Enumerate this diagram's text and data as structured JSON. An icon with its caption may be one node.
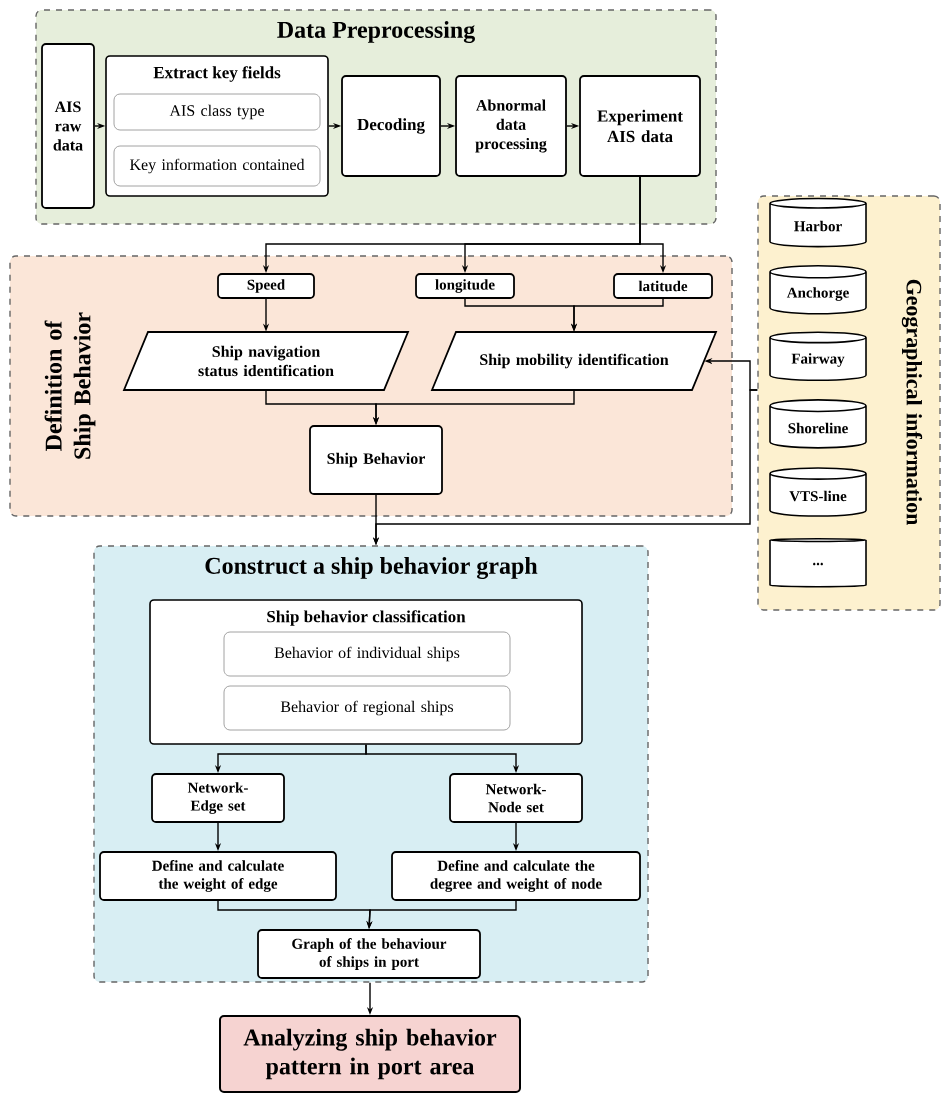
{
  "diagram": {
    "nodes": [
      {
        "text": [
          "Data Preprocessing"
        ]
      },
      {
        "text": [
          "AIS raw data"
        ],
        "in": 0
      },
      {
        "text": [
          "Extract key fields"
        ],
        "in": 0
      },
      {
        "text": [
          "AIS class type"
        ],
        "in": 2
      },
      {
        "text": [
          "Key information contained"
        ],
        "in": 2
      },
      {
        "text": [
          "Decoding"
        ],
        "in": 0
      },
      {
        "text": [
          "Abnormal data processing"
        ],
        "in": 0
      },
      {
        "text": [
          "Experiment AIS data"
        ],
        "in": 0
      },
      {
        "text": [
          "Definition of Ship Behavior"
        ]
      },
      {
        "text": [
          "Speed"
        ],
        "in": 8
      },
      {
        "text": [
          "longitude"
        ],
        "in": 8
      },
      {
        "text": [
          "latitude"
        ],
        "in": 8
      },
      {
        "text": [
          "Ship navigation status identification"
        ],
        "in": 8
      },
      {
        "text": [
          "Ship mobility identification"
        ],
        "in": 8
      },
      {
        "text": [
          "Ship Behavior"
        ],
        "in": 8
      },
      {
        "text": [
          "Geographical information"
        ]
      },
      {
        "text": [
          "Harbor"
        ],
        "in": 15
      },
      {
        "text": [
          "Anchorge"
        ],
        "in": 15
      },
      {
        "text": [
          "Fairway"
        ],
        "in": 15
      },
      {
        "text": [
          "Shoreline"
        ],
        "in": 15
      },
      {
        "text": [
          "VTS-line"
        ],
        "in": 15
      },
      {
        "text": [
          "..."
        ],
        "in": 15
      },
      {
        "text": [
          "Construct a ship behavior graph"
        ]
      },
      {
        "text": [
          "Ship behavior classification"
        ],
        "in": 22
      },
      {
        "text": [
          "Behavior of individual ships"
        ],
        "in": 23
      },
      {
        "text": [
          "Behavior of regional ships"
        ],
        "in": 23
      },
      {
        "text": [
          "Network-Edge set"
        ],
        "in": 22
      },
      {
        "text": [
          "Network-Node set"
        ],
        "in": 22
      },
      {
        "text": [
          "Define and calculate the weight of edge"
        ],
        "in": 22
      },
      {
        "text": [
          "Define and calculate the degree and weight of node"
        ],
        "in": 22
      },
      {
        "text": [
          "Graph of the behaviour of ships in port"
        ],
        "in": 22
      },
      {
        "text": [
          "Analyzing ship behavior pattern in port area"
        ]
      }
    ],
    "edges": [
      {
        "from": 1,
        "to": 2,
        "arrow": "to"
      },
      {
        "from": 2,
        "to": 5,
        "arrow": "to"
      },
      {
        "from": 5,
        "to": 6,
        "arrow": "to"
      },
      {
        "from": 6,
        "to": 7,
        "arrow": "to"
      },
      {
        "from": 7,
        "to": 9,
        "arrow": "to"
      },
      {
        "from": 7,
        "to": 10,
        "arrow": "to"
      },
      {
        "from": 7,
        "to": 11,
        "arrow": "to"
      },
      {
        "from": 9,
        "to": 12,
        "arrow": "to"
      },
      {
        "from": 10,
        "to": 13,
        "arrow": "to"
      },
      {
        "from": 11,
        "to": 13,
        "arrow": "to"
      },
      {
        "from": 15,
        "to": 13,
        "arrow": "to"
      },
      {
        "from": 12,
        "to": 14,
        "arrow": "to"
      },
      {
        "from": 13,
        "to": 14,
        "arrow": "to"
      },
      {
        "from": 14,
        "to": 22,
        "arrow": "to"
      },
      {
        "from": 15,
        "to": 22,
        "arrow": "to"
      },
      {
        "from": 23,
        "to": 26,
        "arrow": "to"
      },
      {
        "from": 23,
        "to": 27,
        "arrow": "to"
      },
      {
        "from": 26,
        "to": 28,
        "arrow": "to"
      },
      {
        "from": 27,
        "to": 29,
        "arrow": "to"
      },
      {
        "from": 28,
        "to": 30,
        "arrow": "to"
      },
      {
        "from": 29,
        "to": 30,
        "arrow": "to"
      },
      {
        "from": 22,
        "to": 31,
        "arrow": "to"
      }
    ]
  }
}
